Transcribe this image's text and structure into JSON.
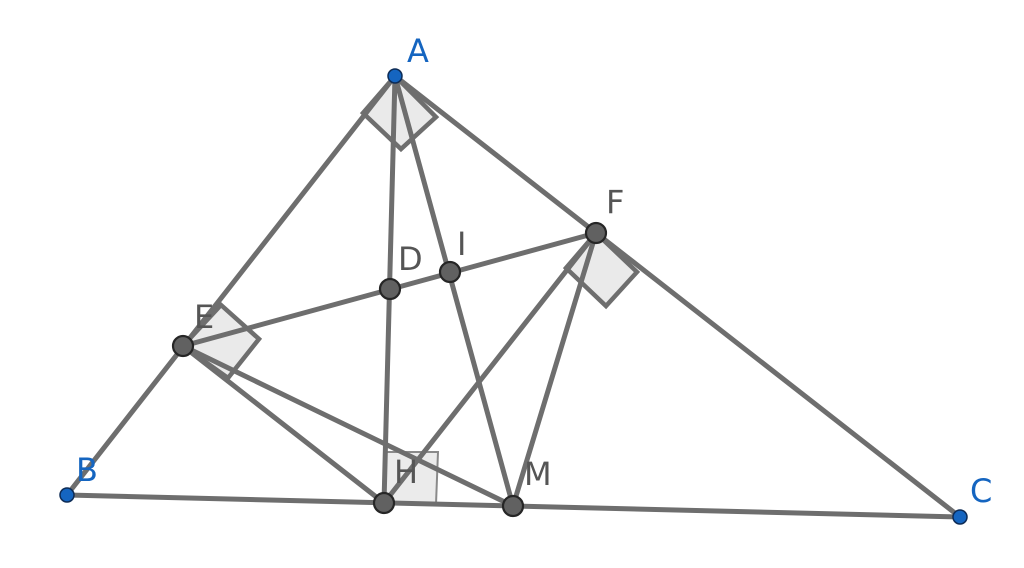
{
  "diagram": {
    "labels": {
      "A": "A",
      "B": "B",
      "C": "C",
      "D": "D",
      "E": "E",
      "F": "F",
      "H": "H",
      "I": "I",
      "M": "M"
    },
    "colors": {
      "line": "#6e6e6e",
      "free_point": "#1565c0",
      "dependent_point": "#616161",
      "free_label": "#1565c0",
      "dependent_label": "#555555",
      "right_angle_fill": "#e8e8e8"
    }
  }
}
